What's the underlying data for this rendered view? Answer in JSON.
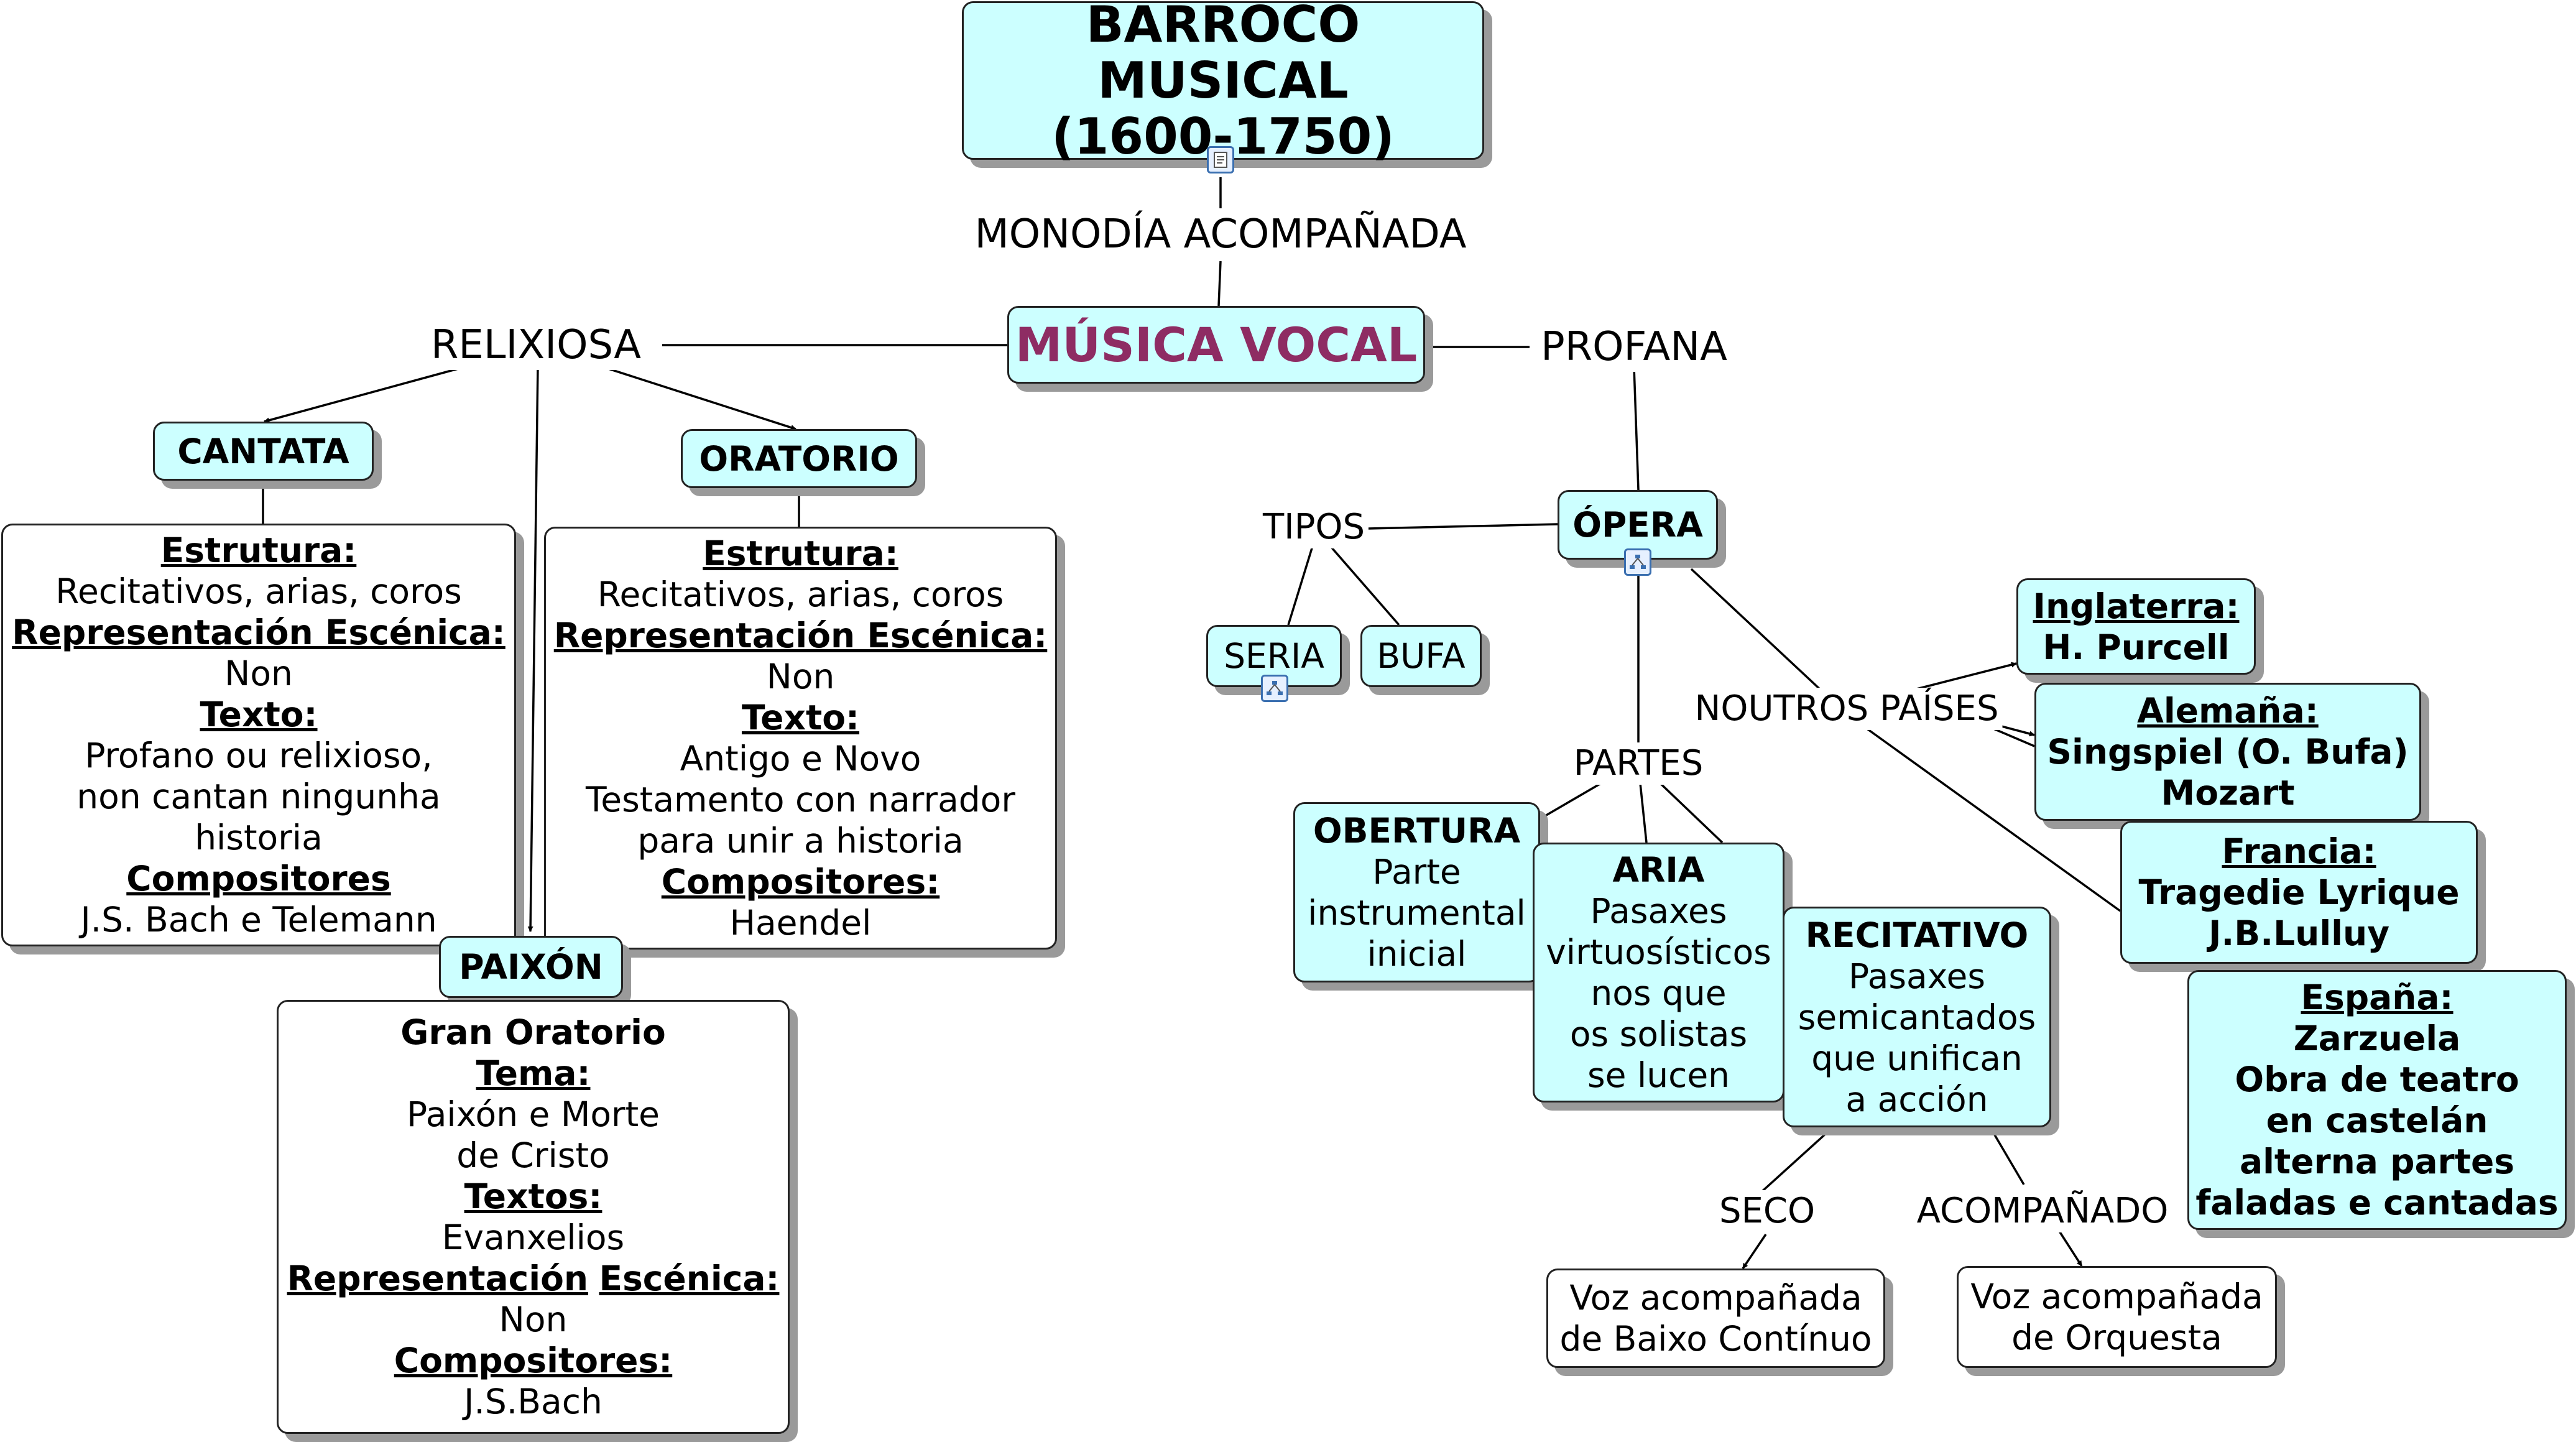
{
  "title": {
    "line1": "BARROCO MUSICAL",
    "line2": "(1600-1750)"
  },
  "center": "MÚSICA VOCAL",
  "link_labels": {
    "monodia": "MONODÍA ACOMPAÑADA",
    "relixiosa": "RELIXIOSA",
    "profana": "PROFANA",
    "tipos": "TIPOS",
    "partes": "PARTES",
    "noutros": "NOUTROS PAÍSES",
    "seco": "SECO",
    "acompanado": "ACOMPAÑADO"
  },
  "cantata": {
    "label": "CANTATA",
    "estrutura_h": "Estrutura:",
    "estrutura": "Recitativos, arias, coros",
    "repr_h": "Representación Escénica:",
    "repr": "Non",
    "texto_h": "Texto:",
    "texto": [
      "Profano ou relixioso,",
      "non cantan ningunha",
      "historia"
    ],
    "comp_h": "Compositores",
    "comp": "J.S. Bach e Telemann"
  },
  "oratorio": {
    "label": "ORATORIO",
    "estrutura_h": "Estrutura:",
    "estrutura": "Recitativos, arias, coros",
    "repr_h": "Representación Escénica:",
    "repr": "Non",
    "texto_h": "Texto:",
    "texto": [
      "Antigo e Novo",
      "Testamento con narrador",
      "para unir a historia"
    ],
    "comp_h": "Compositores:",
    "comp": "Haendel"
  },
  "paixon": {
    "label": "PAIXÓN",
    "gran": "Gran Oratorio",
    "tema_h": "Tema:",
    "tema": [
      "Paixón e Morte",
      "de Cristo"
    ],
    "textos_h": "Textos:",
    "textos": "Evanxelios",
    "repr_h1": "Representación",
    "repr_h2": "Escénica:",
    "repr": "Non",
    "comp_h": "Compositores:",
    "comp": "J.S.Bach"
  },
  "opera": {
    "label": "ÓPERA",
    "seria": "SERIA",
    "bufa": "BUFA",
    "obertura": {
      "h": "OBERTURA",
      "lines": [
        "Parte",
        "instrumental",
        "inicial"
      ]
    },
    "aria": {
      "h": "ARIA",
      "lines": [
        "Pasaxes",
        "virtuosísticos",
        "nos que",
        "os solistas",
        "se lucen"
      ]
    },
    "recitativo": {
      "h": "RECITATIVO",
      "lines": [
        "Pasaxes",
        "semicantados",
        "que unifican",
        "a acción"
      ]
    },
    "seco_box": [
      "Voz acompañada",
      "de Baixo Contínuo"
    ],
    "acomp_box": [
      "Voz acompañada",
      "de Orquesta"
    ]
  },
  "paises": {
    "inglaterra": {
      "h": "Inglaterra:",
      "lines": [
        "H. Purcell"
      ]
    },
    "alemana": {
      "h": "Alemaña:",
      "lines": [
        "Singspiel (O. Bufa)",
        "Mozart"
      ]
    },
    "francia": {
      "h": "Francia:",
      "lines": [
        "Tragedie Lyrique",
        "J.B.Lulluy"
      ]
    },
    "espana": {
      "h": "España:",
      "lines": [
        "Zarzuela",
        "Obra de teatro",
        "en castelán",
        "alterna partes",
        "faladas e cantadas"
      ]
    }
  },
  "colors": {
    "node_fill": "#ccffff",
    "center_text": "#8e2c63",
    "shadow": "#9a9a9a"
  },
  "icons": [
    "document-icon",
    "concept-map-icon"
  ]
}
